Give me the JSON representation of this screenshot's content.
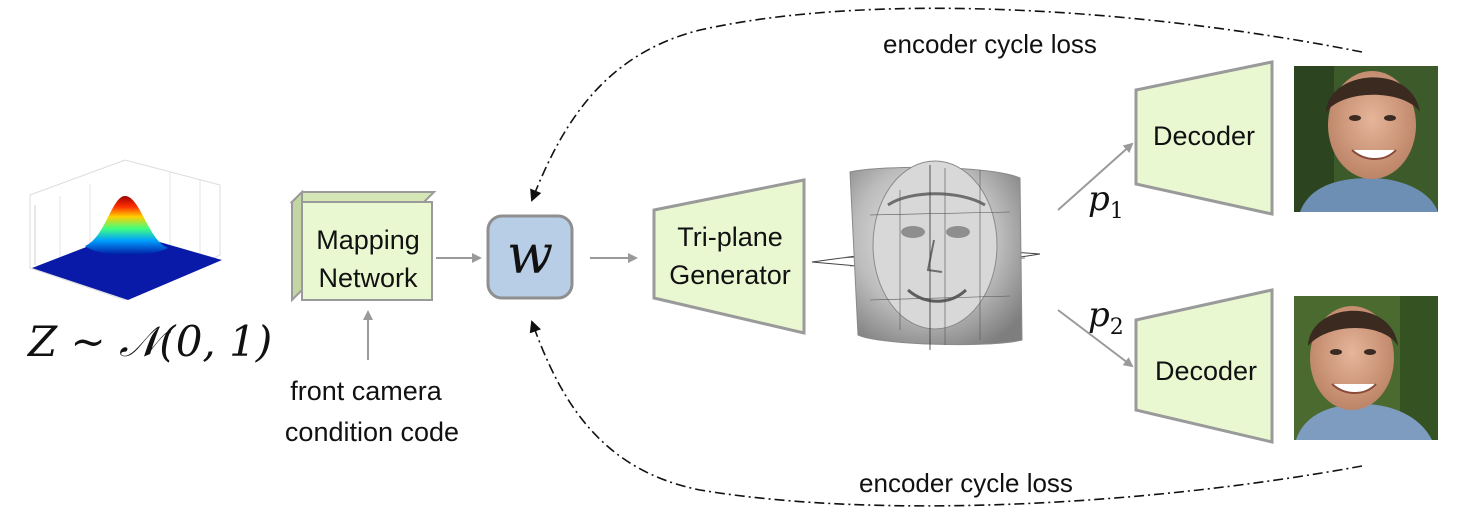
{
  "latent": {
    "formula": "Z ~ 𝒩(0, 1)"
  },
  "mapping": {
    "line1": "Mapping",
    "line2": "Network"
  },
  "condition": {
    "line1": "front camera",
    "line2": "condition code"
  },
  "w_node": {
    "symbol": "w"
  },
  "generator": {
    "line1": "Tri-plane",
    "line2": "Generator"
  },
  "decoder_top": {
    "label": "Decoder",
    "pose_main": "p",
    "pose_sub": "1"
  },
  "decoder_bottom": {
    "label": "Decoder",
    "pose_main": "p",
    "pose_sub": "2"
  },
  "loss_top": {
    "label": "encoder cycle loss"
  },
  "loss_bottom": {
    "label": "encoder cycle loss"
  },
  "colors": {
    "box_fill": "#eaf8d2",
    "box_stroke": "#9a9a9a",
    "w_fill": "#b8cde6",
    "arrow": "#9a9a9a"
  }
}
